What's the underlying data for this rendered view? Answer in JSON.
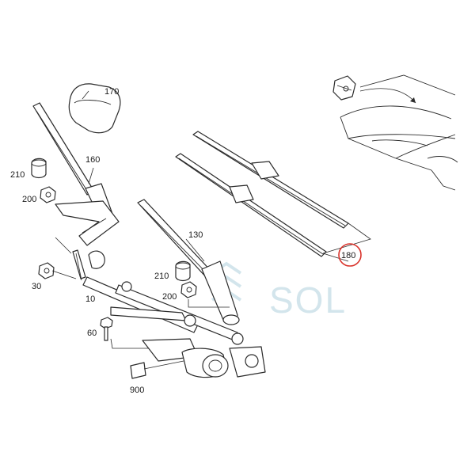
{
  "callouts": {
    "p10": "10",
    "p30": "30",
    "p60": "60",
    "p130": "130",
    "p160": "160",
    "p170": "170",
    "p180": "180",
    "p200a": "200",
    "p200b": "200",
    "p210a": "210",
    "p210b": "210",
    "p900": "900"
  },
  "watermark": "SOL",
  "colors": {
    "line": "#2b2b2b",
    "highlight_circle": "#d9332b",
    "watermark": "#cfe3ea"
  }
}
